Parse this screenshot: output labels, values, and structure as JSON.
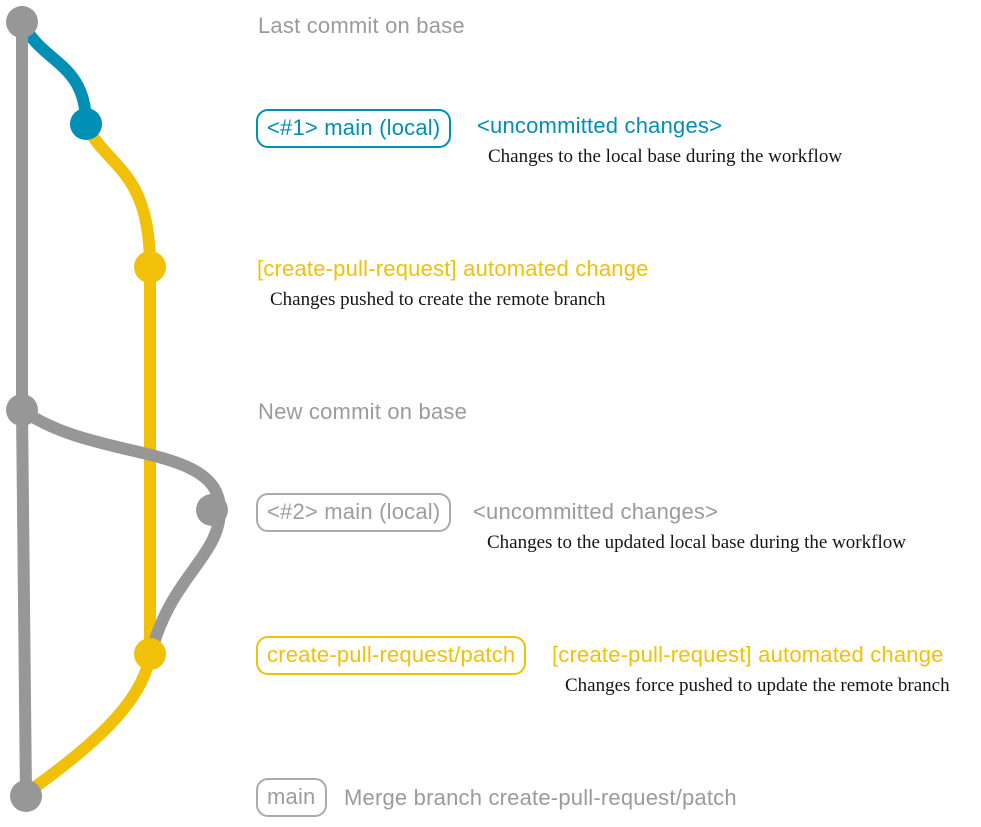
{
  "colors": {
    "base_gray": "#979797",
    "branch_blue": "#008fb5",
    "branch_yellow": "#f1c109",
    "note_text": "#151515",
    "gray_text": "#9b9b9b"
  },
  "graph": {
    "commit_count": 7,
    "branches": [
      {
        "name": "base",
        "color": "#979797"
      },
      {
        "name": "main (local)",
        "color": "#008fb5"
      },
      {
        "name": "create-pull-request/patch",
        "color": "#f1c109"
      }
    ]
  },
  "rows": {
    "last_commit_heading": "Last commit on base",
    "r1_badge": "<#1> main (local)",
    "r1_message": "<uncommitted changes>",
    "r1_note": "Changes to the local base during the workflow",
    "r2_message": "[create-pull-request] automated change",
    "r2_note": "Changes pushed to create the remote branch",
    "new_commit_heading": "New commit on base",
    "r3_badge": "<#2> main (local)",
    "r3_message": "<uncommitted changes>",
    "r3_note": "Changes to the updated local base during the workflow",
    "r4_badge": "create-pull-request/patch",
    "r4_message": "[create-pull-request] automated change",
    "r4_note": "Changes force pushed to update the remote branch",
    "r5_badge": "main",
    "r5_message": "Merge branch create-pull-request/patch"
  }
}
